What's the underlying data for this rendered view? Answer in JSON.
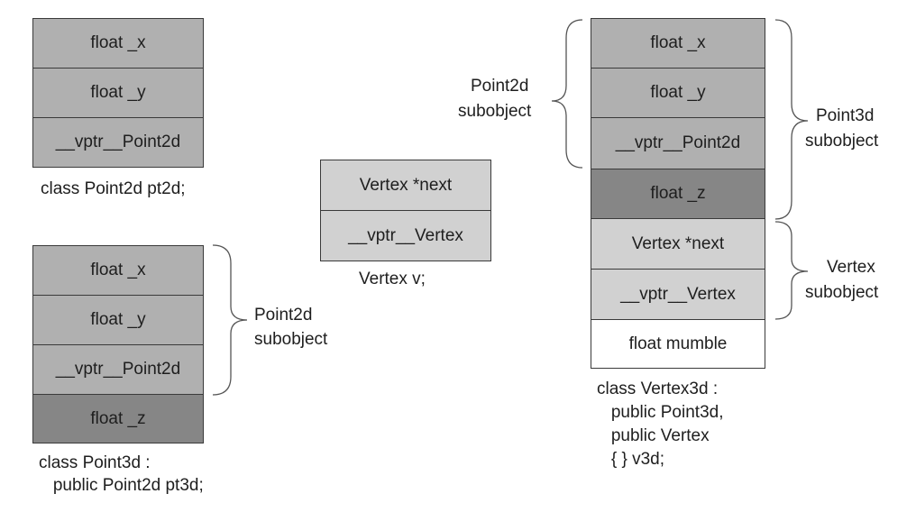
{
  "members": {
    "float_x": "float _x",
    "float_y": "float _y",
    "vptr_point2d": "__vptr__Point2d",
    "float_z": "float _z",
    "vertex_next": "Vertex *next",
    "vptr_vertex": "__vptr__Vertex",
    "float_mumble": "float mumble"
  },
  "captions": {
    "pt2d": "class Point2d pt2d;",
    "pt3d": [
      "class Point3d :",
      "   public Point2d pt3d;"
    ],
    "vertex": "Vertex v;",
    "v3d": [
      "class Vertex3d :",
      "   public Point3d,",
      "   public Vertex",
      "   { } v3d;"
    ]
  },
  "labels": {
    "point2d_subobject": [
      "Point2d",
      "subobject"
    ],
    "point3d_subobject": [
      "Point3d",
      "subobject"
    ],
    "vertex_subobject": [
      "Vertex",
      "subobject"
    ]
  },
  "colors": {
    "point_member": "#b0b0b0",
    "point3d_member": "#868686",
    "vertex_member": "#d1d1d1",
    "derived_member": "#ffffff"
  }
}
